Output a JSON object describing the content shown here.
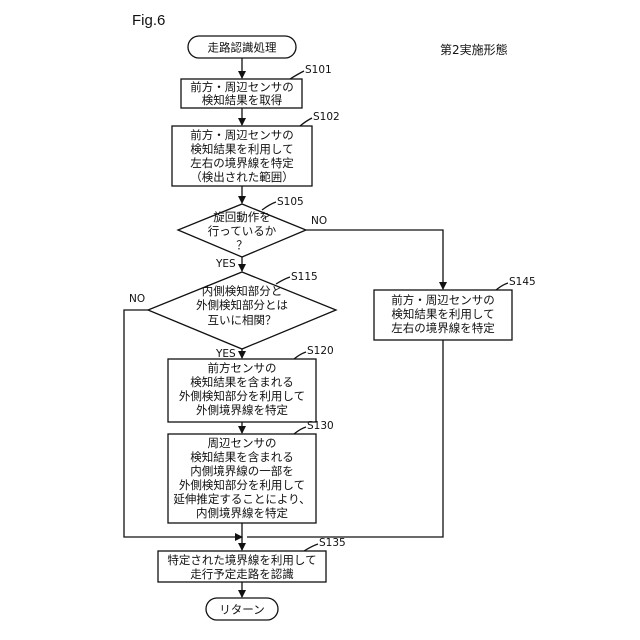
{
  "figure_label": "Fig.6",
  "embodiment": "第2実施形態",
  "start": "走路認識処理",
  "end": "リターン",
  "steps": {
    "s101": {
      "id": "S101",
      "lines": [
        "前方・周辺センサの",
        "検知結果を取得"
      ]
    },
    "s102": {
      "id": "S102",
      "lines": [
        "前方・周辺センサの",
        "検知結果を利用して",
        "左右の境界線を特定",
        "（検出された範囲）"
      ]
    },
    "s105": {
      "id": "S105",
      "lines": [
        "旋回動作を",
        "行っているか",
        "？"
      ]
    },
    "s115": {
      "id": "S115",
      "lines": [
        "内側検知部分と",
        "外側検知部分とは",
        "互いに相関？"
      ]
    },
    "s120": {
      "id": "S120",
      "lines": [
        "前方センサの",
        "検知結果を含まれる",
        "外側検知部分を利用して",
        "外側境界線を特定"
      ]
    },
    "s130": {
      "id": "S130",
      "lines": [
        "周辺センサの",
        "検知結果を含まれる",
        "内側境界線の一部を",
        "外側検知部分を利用して",
        "延伸推定することにより、",
        "内側境界線を特定"
      ]
    },
    "s135": {
      "id": "S135",
      "lines": [
        "特定された境界線を利用して",
        "走行予定走路を認識"
      ]
    },
    "s145": {
      "id": "S145",
      "lines": [
        "前方・周辺センサの",
        "検知結果を利用して",
        "左右の境界線を特定"
      ]
    }
  },
  "labels": {
    "s105_yes": "YES",
    "s105_no": "NO",
    "s115_yes": "YES",
    "s115_no": "NO"
  }
}
